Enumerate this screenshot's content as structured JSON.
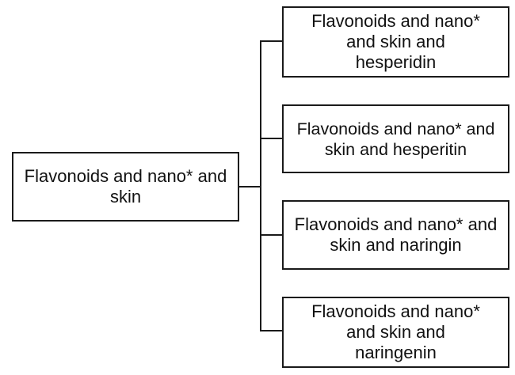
{
  "diagram": {
    "type": "tree",
    "root": {
      "label": "Flavonoids and nano* and skin"
    },
    "children": [
      {
        "label": "Flavonoids and nano* and skin and hesperidin"
      },
      {
        "label": "Flavonoids and nano* and skin and hesperitin"
      },
      {
        "label": "Flavonoids and nano* and skin and naringin"
      },
      {
        "label": "Flavonoids and nano* and skin and naringenin"
      }
    ],
    "colors": {
      "stroke": "#1a1a1a",
      "background": "#ffffff",
      "text": "#111111"
    }
  }
}
